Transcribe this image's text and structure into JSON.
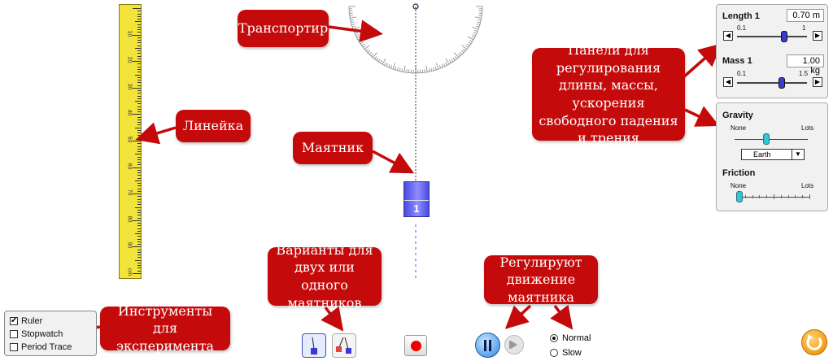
{
  "callouts": {
    "protractor": "Транспортир",
    "ruler": "Линейка",
    "pendulum": "Маятник",
    "panels": "Панели для регулирования длины, массы, ускорения свободного падения и трения",
    "variants": "Варианты для двух или одного маятников",
    "controls": "Регулируют движение маятника",
    "tools": "Инструменты для эксперимента"
  },
  "ruler": {
    "ticks": [
      "10",
      "20",
      "30",
      "40",
      "50",
      "60",
      "70",
      "80",
      "90",
      "cm"
    ]
  },
  "pendulum": {
    "mass_label": "1"
  },
  "length_panel": {
    "length_title": "Length 1",
    "length_value": "0.70 m",
    "length_min": "0.1",
    "length_max": "1",
    "length_fraction": 0.67,
    "mass_title": "Mass 1",
    "mass_value": "1.00 kg",
    "mass_min": "0.1",
    "mass_max": "1.5",
    "mass_fraction": 0.64
  },
  "gravity_panel": {
    "gravity_title": "Gravity",
    "gravity_none": "None",
    "gravity_lots": "Lots",
    "gravity_selected": "Earth",
    "friction_title": "Friction",
    "friction_none": "None",
    "friction_lots": "Lots",
    "friction_fraction": 0.0
  },
  "tools": {
    "ruler_label": "Ruler",
    "ruler_checked": true,
    "stopwatch_label": "Stopwatch",
    "stopwatch_checked": false,
    "period_trace_label": "Period Trace",
    "period_trace_checked": false
  },
  "playback": {
    "normal_label": "Normal",
    "slow_label": "Slow",
    "selected": "Normal"
  },
  "colors": {
    "callout": "#c40a0a",
    "ruler": "#f2e43a",
    "pendulum_mass": "#6b6bf0",
    "accent_blue": "#3a3ad0",
    "reset_orange": "#f4a21a"
  }
}
